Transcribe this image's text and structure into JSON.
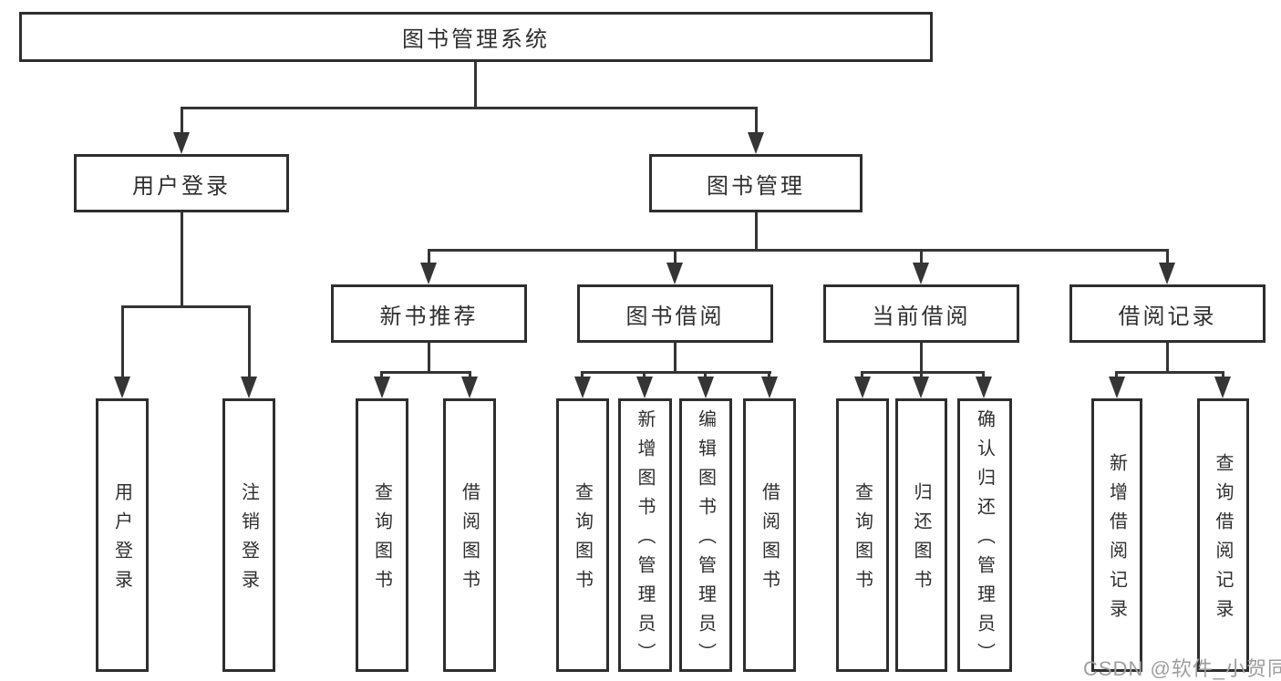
{
  "diagram_type": "hierarchy-tree",
  "colors": {
    "background": "#ffffff",
    "node_border": "#2e2e2e",
    "node_fill": "#ffffff",
    "line": "#353535",
    "text": "#2f2f2f",
    "watermark": "#9e9e9e"
  },
  "watermark": {
    "text": "CSDN @软件_小贺同学"
  },
  "tree": {
    "label": "图书管理系统",
    "children": [
      {
        "label": "用户登录",
        "children": [
          {
            "label": "用户登录"
          },
          {
            "label": "注销登录"
          }
        ]
      },
      {
        "label": "图书管理",
        "children": [
          {
            "label": "新书推荐",
            "children": [
              {
                "label": "查询图书"
              },
              {
                "label": "借阅图书"
              }
            ]
          },
          {
            "label": "图书借阅",
            "children": [
              {
                "label": "查询图书"
              },
              {
                "label": "新增图书（管理员）"
              },
              {
                "label": "编辑图书（管理员）"
              },
              {
                "label": "借阅图书"
              }
            ]
          },
          {
            "label": "当前借阅",
            "children": [
              {
                "label": "查询图书"
              },
              {
                "label": "归还图书"
              },
              {
                "label": "确认归还（管理员）"
              }
            ]
          },
          {
            "label": "借阅记录",
            "children": [
              {
                "label": "新增借阅记录"
              },
              {
                "label": "查询借阅记录"
              }
            ]
          }
        ]
      }
    ]
  }
}
